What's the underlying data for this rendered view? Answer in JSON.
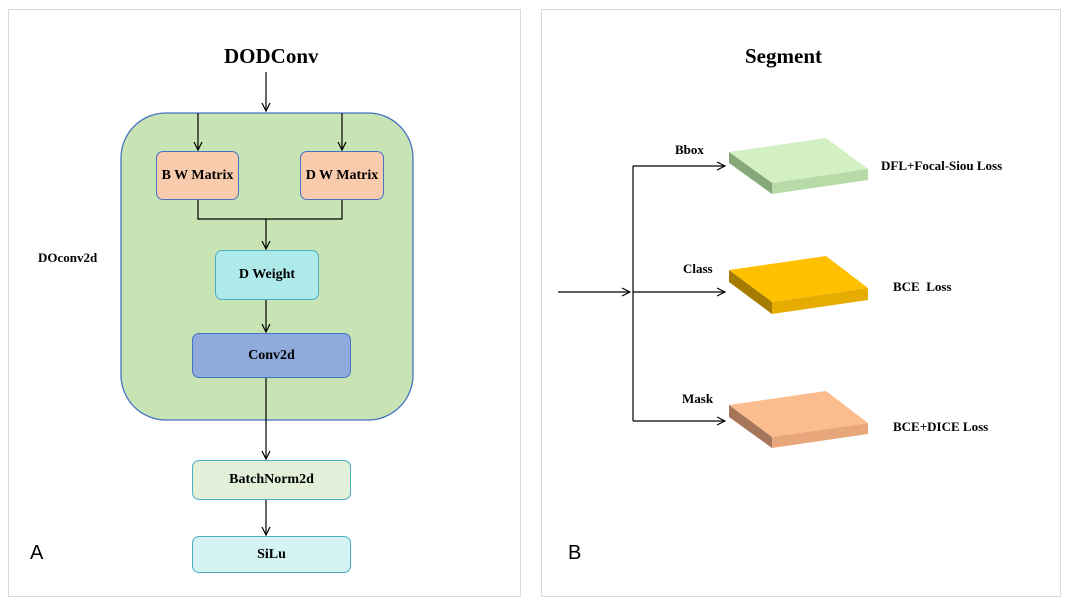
{
  "panel_a": {
    "title": "DODConv",
    "group_label": "DOconv2d",
    "boxes": {
      "bw_matrix": "B W Matrix",
      "dw_matrix": "D W Matrix",
      "d_weight": "D Weight",
      "conv2d": "Conv2d",
      "batchnorm": "BatchNorm2d",
      "silu": "SiLu"
    },
    "letter": "A"
  },
  "panel_b": {
    "title": "Segment",
    "branches": [
      {
        "name": "Bbox",
        "loss": "DFL+Focal-Siou Loss"
      },
      {
        "name": "Class",
        "loss": "BCE  Loss"
      },
      {
        "name": "Mask",
        "loss": "BCE+DICE Loss"
      }
    ],
    "letter": "B"
  },
  "colors": {
    "container_fill": "#c9e4b4",
    "container_stroke": "#4472c4",
    "matrix_fill": "#f8cbad",
    "weight_fill": "#aeeaea",
    "conv_fill": "#8faadc",
    "bn_fill": "#e2efd9",
    "silu_fill": "#d5f3f3",
    "bbox_slab": "#d2f0c1",
    "class_slab": "#ffc000",
    "mask_slab": "#fbbd8e"
  }
}
